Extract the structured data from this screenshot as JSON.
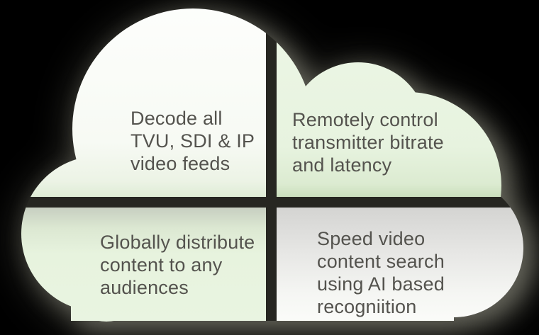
{
  "diagram": {
    "type": "cloud-quadrant-infographic",
    "quadrants": [
      {
        "position": "top-left",
        "text": "Decode all\nTVU, SDI & IP\nvideo feeds"
      },
      {
        "position": "top-right",
        "text": "Remotely control\ntransmitter bitrate\nand latency"
      },
      {
        "position": "bottom-left",
        "text": "Globally distribute\ncontent to any\naudiences"
      },
      {
        "position": "bottom-right",
        "text": "Speed video\ncontent search\nusing AI based\nrecogniition"
      }
    ],
    "colors": {
      "background": "#000000",
      "shadow_halo": "#2b2b26",
      "divider_gap": "#262621",
      "quadrant_white": "#fbfdf9",
      "quadrant_green": "#e8f3e0",
      "gradient_green_dark": "#cbdfbd",
      "gradient_gray": "#d4d4d2",
      "gradient_graygreen": "#c7cfc1",
      "text": "#54534e"
    }
  }
}
